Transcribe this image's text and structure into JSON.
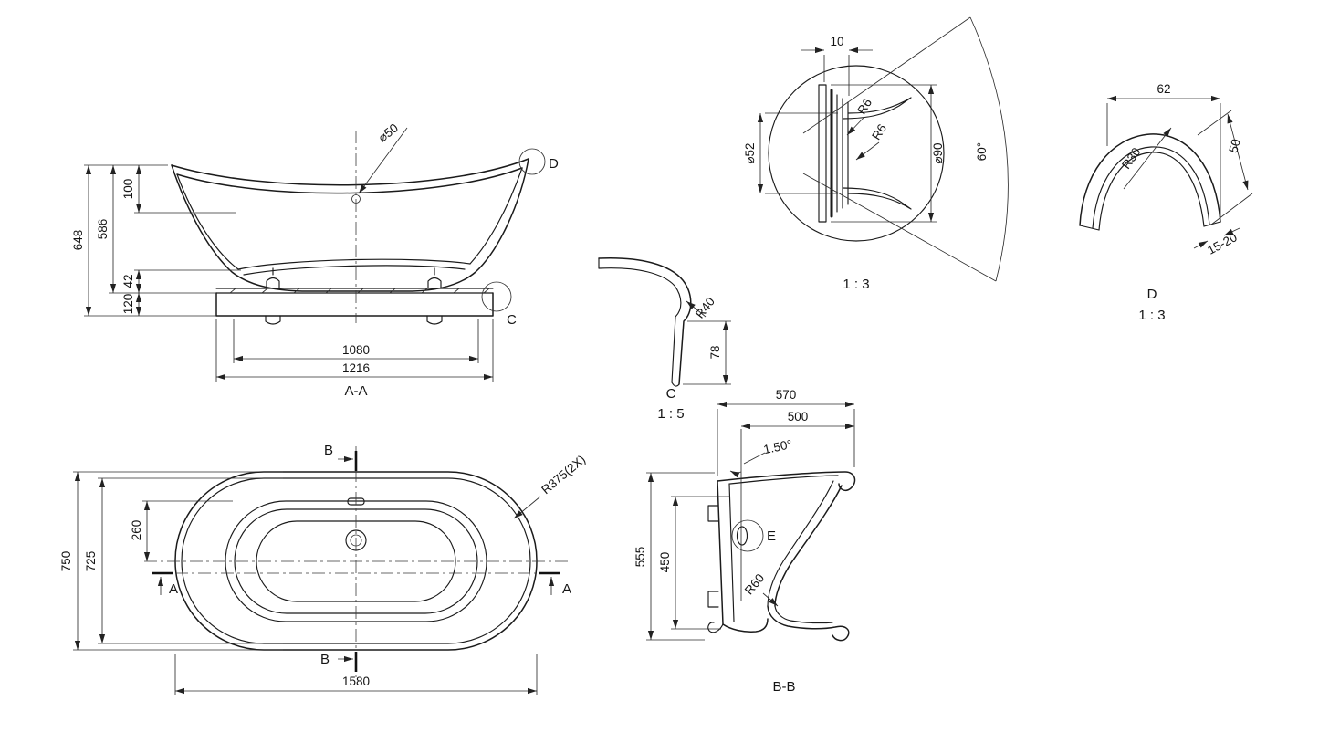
{
  "front_view": {
    "label": "A-A",
    "drain_dia": "⌀50",
    "rim_depth": "100",
    "total_height": "648",
    "body_height": "586",
    "bottom_gap": "42",
    "plinth_height": "120",
    "inner_base_width": "1080",
    "base_width": "1216",
    "detail_d_ref": "D",
    "detail_c_ref": "C"
  },
  "drain_detail": {
    "scale": "1 : 3",
    "lip_width": "10",
    "inner_dia": "⌀52",
    "outer_dia": "⌀90",
    "fillet_1": "R6",
    "fillet_2": "R6",
    "cone_angle": "60°"
  },
  "detail_d": {
    "label": "D",
    "scale": "1 : 3",
    "width": "62",
    "radius": "R30",
    "height": "50",
    "thickness": "15-20"
  },
  "detail_c": {
    "label": "C",
    "scale": "1 : 5",
    "radius": "R40",
    "skirt_height": "78"
  },
  "plan_view": {
    "length": "1580",
    "width": "750",
    "inner_width": "725",
    "center_offset": "260",
    "corner_radius": "R375(2X)",
    "section_a": "A",
    "section_b": "B"
  },
  "section_bb": {
    "label": "B-B",
    "top_width": "570",
    "inner_top_width": "500",
    "wall_angle": "1.50°",
    "height": "555",
    "inner_height": "450",
    "bottom_radius": "R60",
    "detail_e_ref": "E"
  }
}
